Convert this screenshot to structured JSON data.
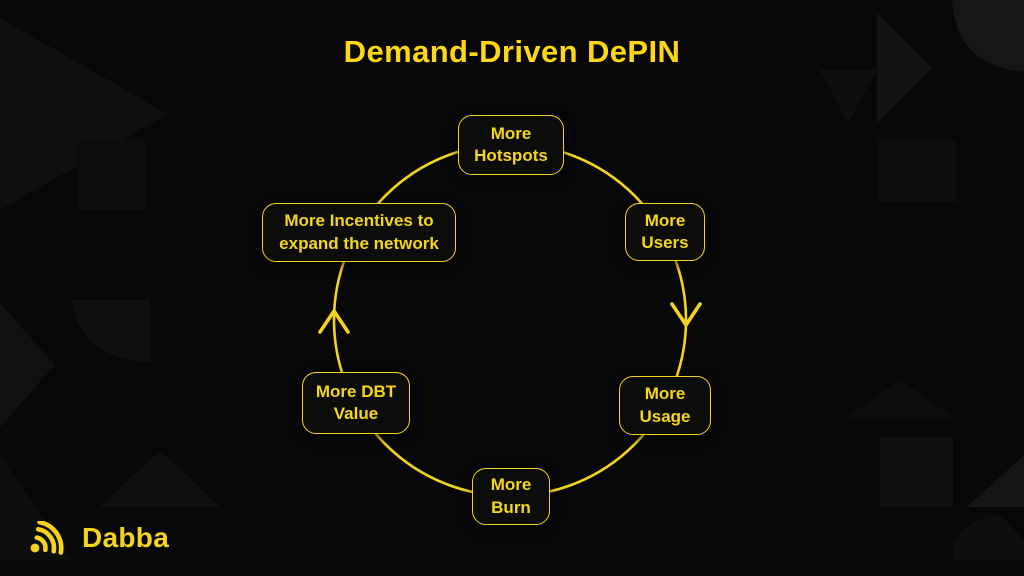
{
  "title": "Demand-Driven DePIN",
  "brand": {
    "name": "Dabba",
    "icon": "signal-arcs-icon"
  },
  "colors": {
    "background": "#070707",
    "accent_title": "#FFD713",
    "accent": "#F2D41F",
    "node_fill": "#0C0C0A",
    "pattern_shape": "#121212"
  },
  "diagram": {
    "type": "cycle",
    "direction": "clockwise",
    "arrows": [
      "right-side-pointing-down",
      "left-side-pointing-up"
    ],
    "nodes": [
      {
        "label": "More Hotspots",
        "position": "top"
      },
      {
        "label": "More Users",
        "position": "upper-right"
      },
      {
        "label": "More Usage",
        "position": "lower-right"
      },
      {
        "label": "More Burn",
        "position": "bottom"
      },
      {
        "label": "More DBT Value",
        "position": "lower-left"
      },
      {
        "label": "More Incentives to expand the network",
        "position": "upper-left"
      }
    ]
  }
}
